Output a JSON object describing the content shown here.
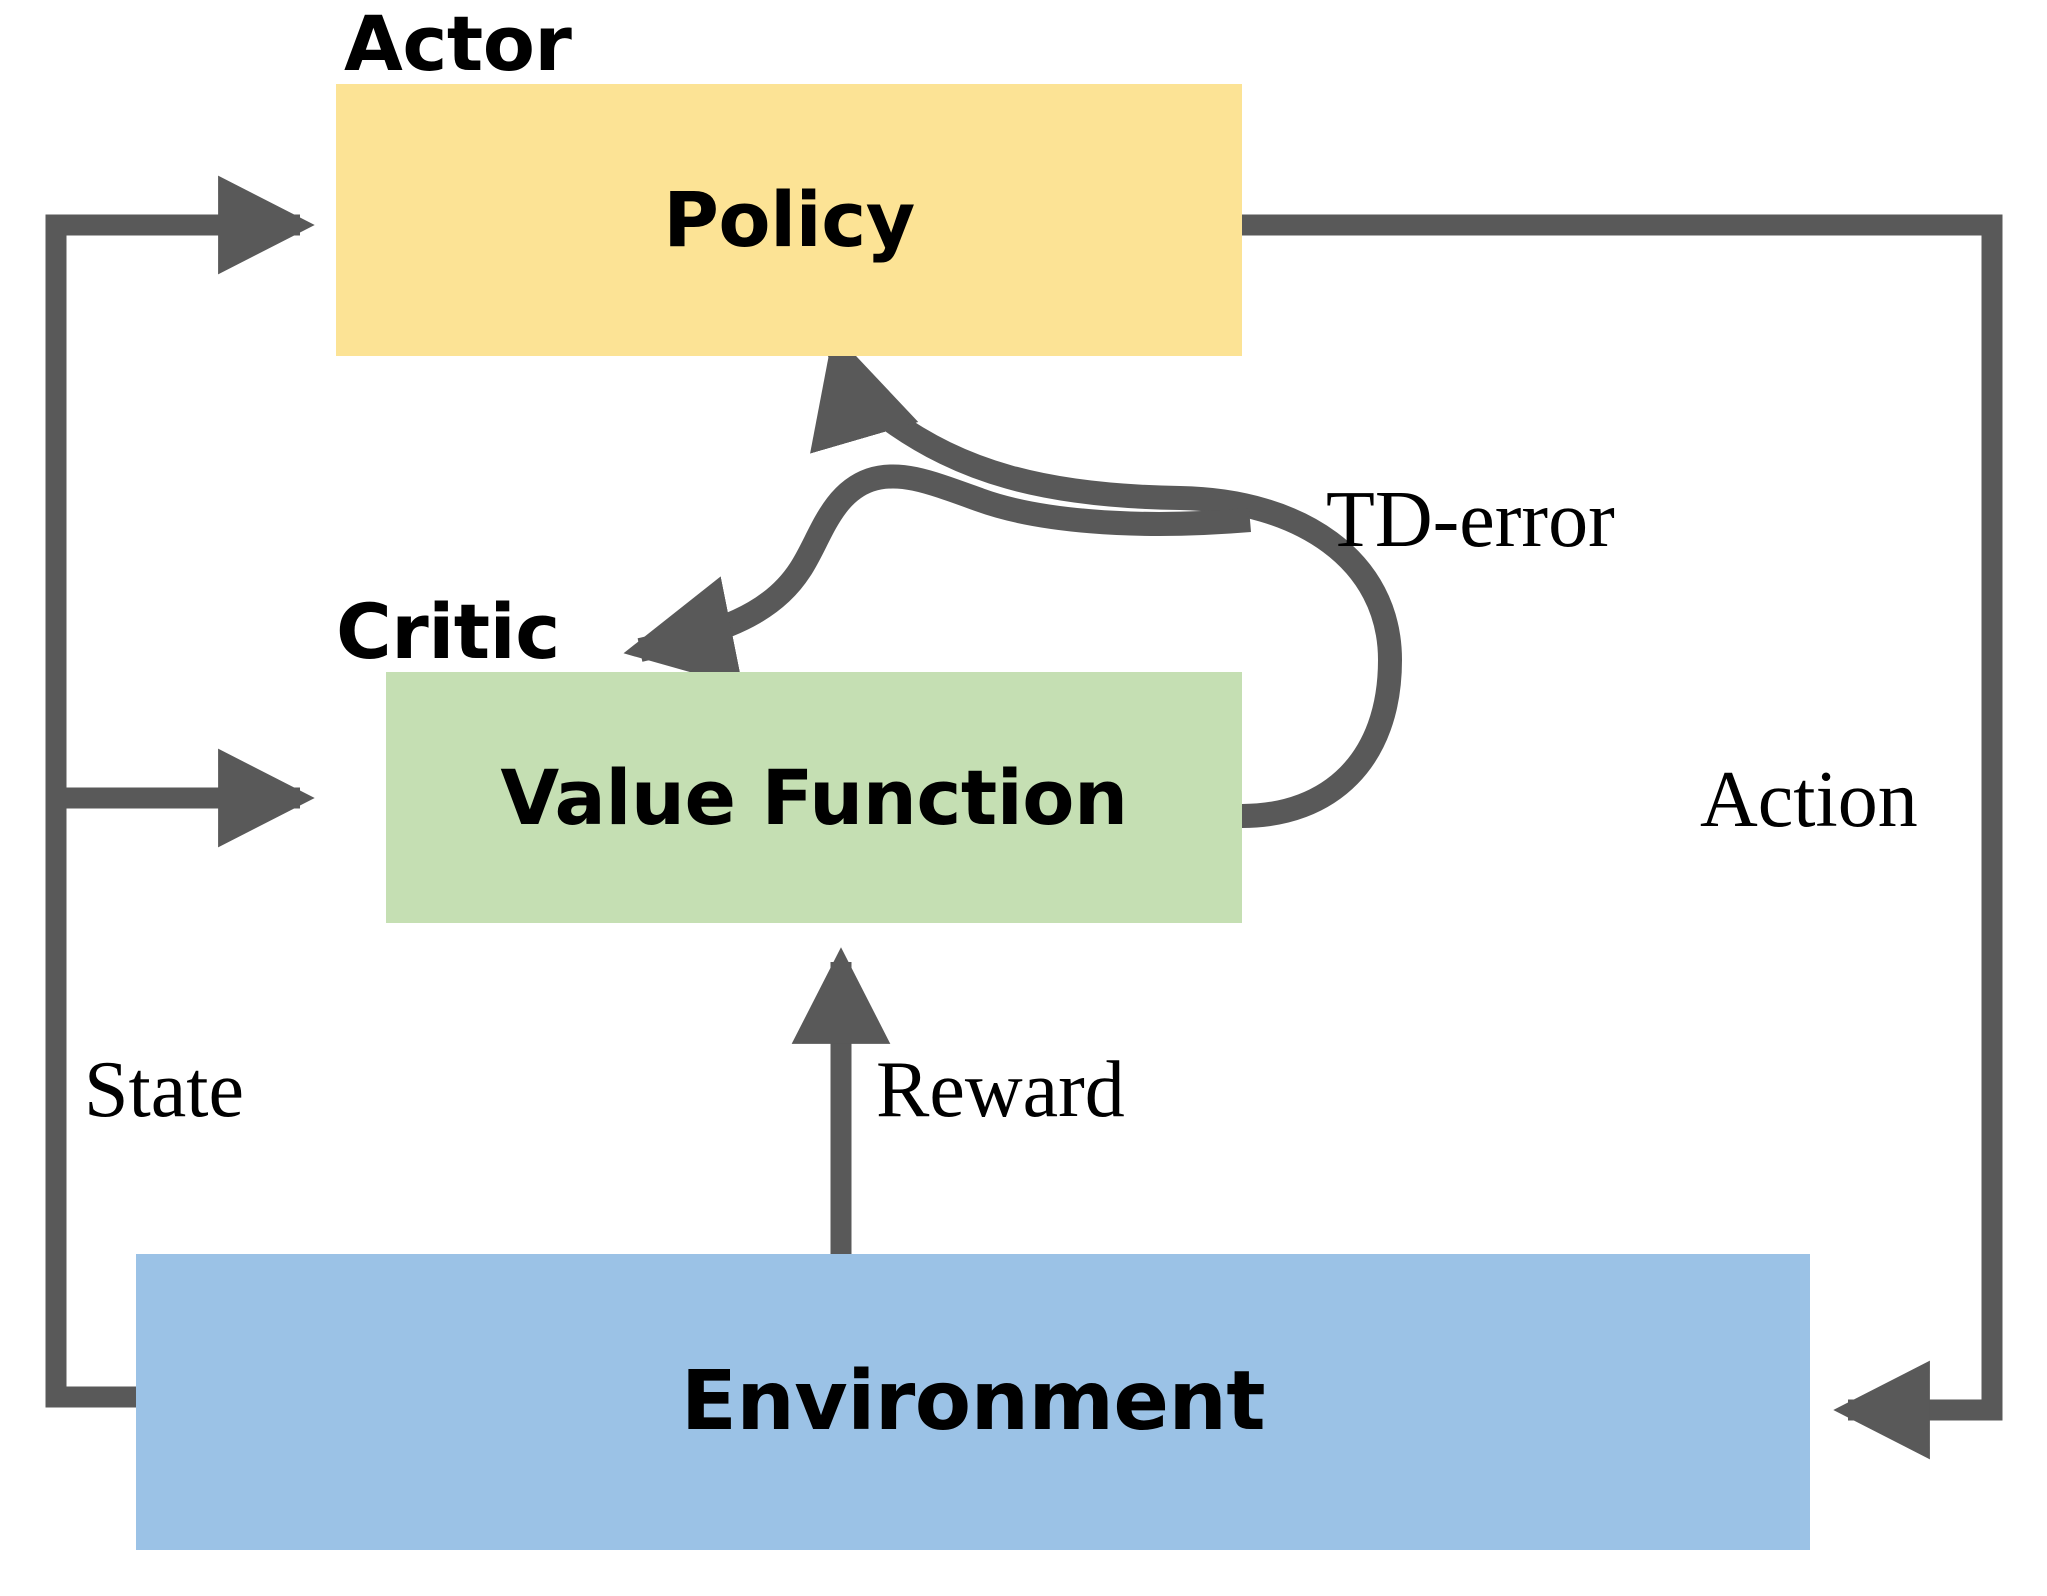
{
  "diagram": {
    "title": "Actor-Critic reinforcement learning loop",
    "type": "block-flow",
    "background": "#ffffff",
    "stroke_color": "#595959",
    "nodes": [
      {
        "id": "policy",
        "label": "Policy",
        "group_title": "Actor",
        "color": "#FCE395"
      },
      {
        "id": "value_function",
        "label": "Value Function",
        "group_title": "Critic",
        "color": "#C5DFB3"
      },
      {
        "id": "environment",
        "label": "Environment",
        "group_title": "",
        "color": "#9BC2E6"
      }
    ],
    "edges": [
      {
        "id": "state",
        "label": "State",
        "from": "environment",
        "to": "policy"
      },
      {
        "id": "state2",
        "label": "",
        "from": "environment",
        "to": "value_function"
      },
      {
        "id": "action",
        "label": "Action",
        "from": "policy",
        "to": "environment"
      },
      {
        "id": "reward",
        "label": "Reward",
        "from": "environment",
        "to": "value_function"
      },
      {
        "id": "td_error",
        "label": "TD-error",
        "from": "value_function",
        "to": "policy"
      },
      {
        "id": "td_error2",
        "label": "",
        "from": "value_function",
        "to": "value_function"
      }
    ]
  },
  "labels": {
    "actor": "Actor",
    "critic": "Critic",
    "policy": "Policy",
    "value_function": "Value Function",
    "environment": "Environment",
    "td_error": "TD-error",
    "state": "State",
    "reward": "Reward",
    "action": "Action"
  }
}
